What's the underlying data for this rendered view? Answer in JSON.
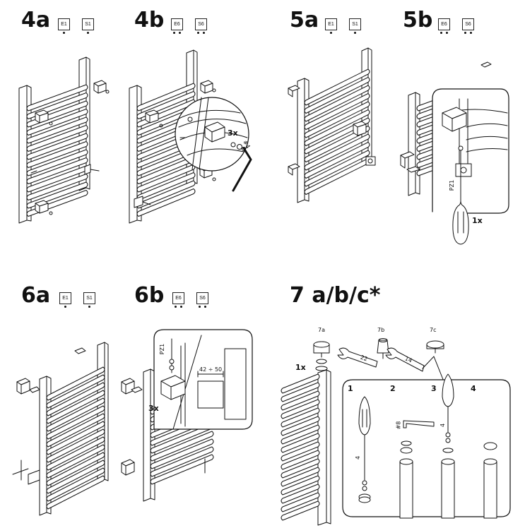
{
  "steps": {
    "s4a": {
      "label": "4a",
      "badges": [
        "E1",
        "S1"
      ]
    },
    "s4b": {
      "label": "4b",
      "badges": [
        "E6",
        "S6"
      ],
      "count": "3x",
      "tool": "#4"
    },
    "s5a": {
      "label": "5a",
      "badges": [
        "E1",
        "S1"
      ]
    },
    "s5b": {
      "label": "5b",
      "badges": [
        "E6",
        "S6"
      ],
      "count": "1x",
      "tool": "PZ1"
    },
    "s6a": {
      "label": "6a",
      "badges": [
        "E1",
        "S1"
      ]
    },
    "s6b": {
      "label": "6b",
      "badges": [
        "E6",
        "S6"
      ],
      "count": "3x",
      "tool": "PZ1",
      "dimension": "42 ÷ 50"
    },
    "s7": {
      "label": "7 a/b/c*",
      "parts": [
        "7a",
        "7b",
        "7c"
      ],
      "count": "1x",
      "wrench_sizes": [
        "22",
        "14"
      ],
      "substeps": [
        "1",
        "2",
        "3",
        "4"
      ],
      "tools": [
        "#8",
        "4",
        "4"
      ]
    }
  },
  "icons": {
    "radiator": "towel-radiator-icon",
    "bracket": "wall-bracket-icon",
    "screw": "screw-icon",
    "hex_key": "hex-key-icon",
    "screwdriver": "screwdriver-icon",
    "wrench": "wrench-icon",
    "valve": "valve-icon",
    "cap": "cap-icon"
  },
  "colors": {
    "line": "#111111",
    "paper": "#ffffff"
  }
}
